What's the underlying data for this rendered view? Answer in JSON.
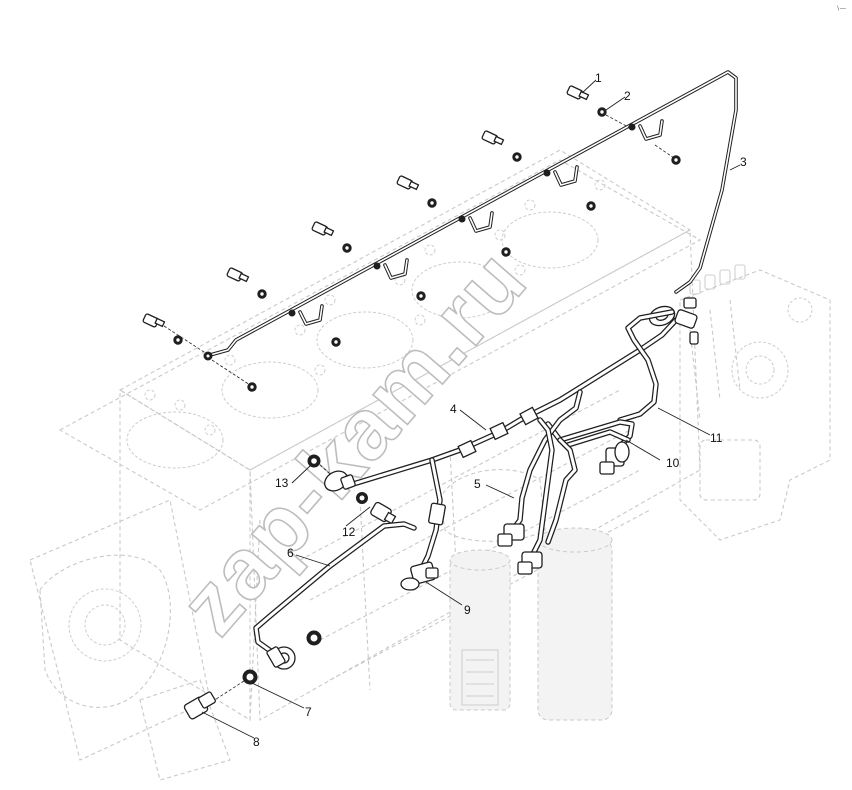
{
  "corner_mark": "∖—",
  "watermark": "zap-kam.ru",
  "callouts": {
    "c1": "1",
    "c2": "2",
    "c3": "3",
    "c4": "4",
    "c5": "5",
    "c6": "6",
    "c7": "7",
    "c8": "8",
    "c9": "9",
    "c10": "10",
    "c11": "11",
    "c12": "12",
    "c13": "13"
  }
}
